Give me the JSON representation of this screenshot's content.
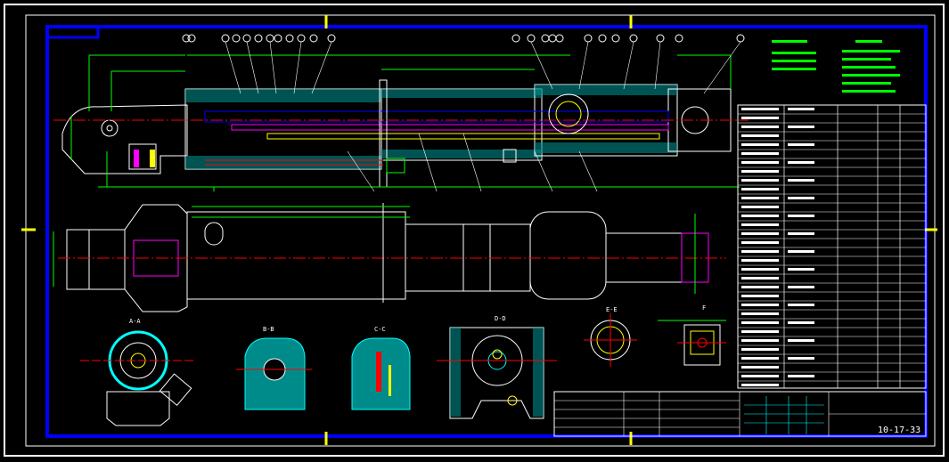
{
  "colors": {
    "background": "#000000",
    "outer_border": "#ffffff",
    "frame": "#0000ff",
    "outline": "#ffffff",
    "centerline": "#ff0000",
    "dimension": "#00ff00",
    "hatch": "#00ffff",
    "accent_yellow": "#ffff00",
    "accent_magenta": "#ff00ff"
  },
  "drawing": {
    "section_labels": [
      "A-A",
      "B-B",
      "C-C",
      "D-D",
      "E-E",
      "F"
    ],
    "title_block_code": "10-17-33"
  }
}
